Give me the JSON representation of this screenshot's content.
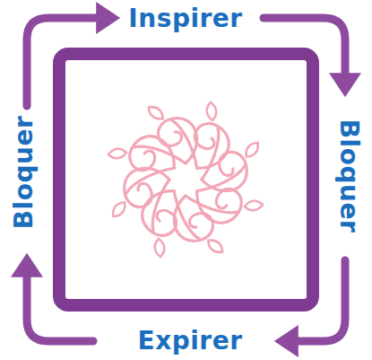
{
  "diagram": {
    "labels": [
      "Inspirer",
      "Bloquer",
      "Expirer",
      "Bloquer"
    ]
  }
}
